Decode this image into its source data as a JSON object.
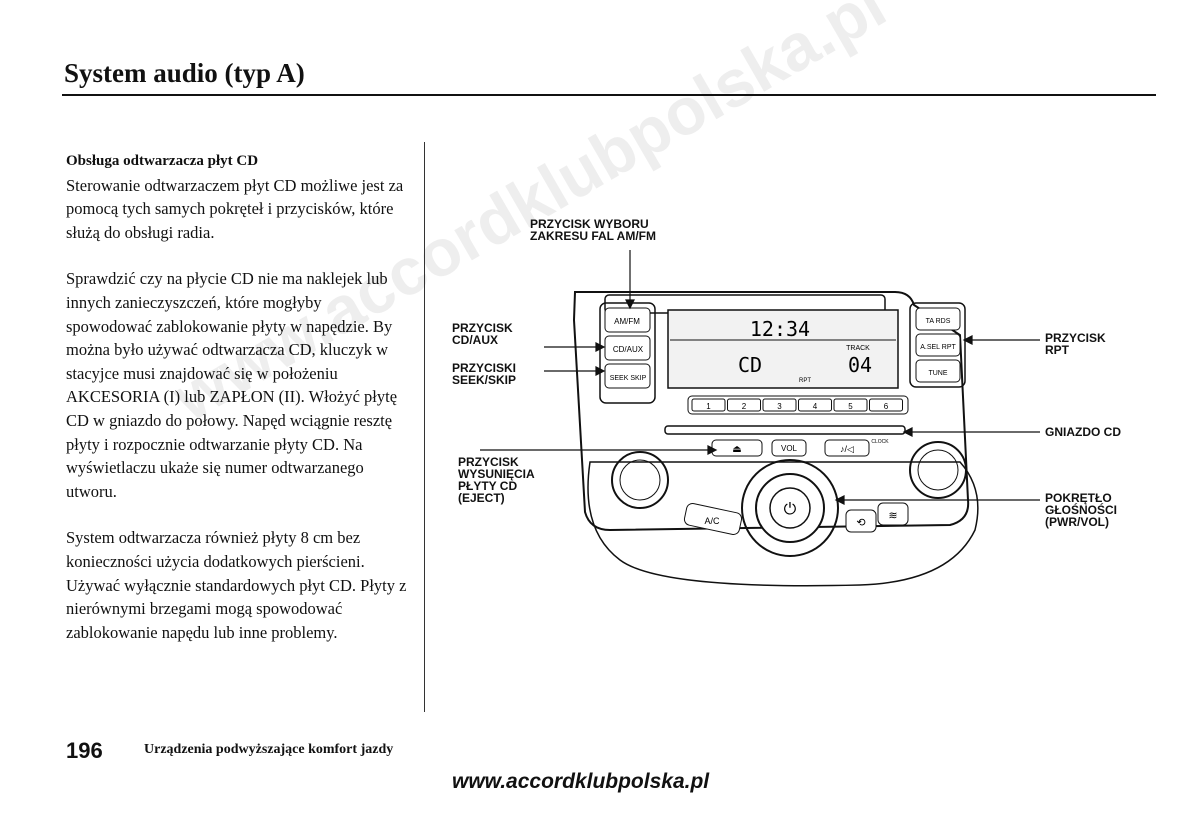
{
  "header": {
    "title": "System audio (typ A)"
  },
  "text": {
    "heading": "Obsługa odtwarzacza płyt CD",
    "p1": "Sterowanie odtwarzaczem płyt CD możliwe jest za pomocą tych samych pokręteł i przycisków, które służą do obsługi radia.",
    "p2": "Sprawdzić czy na płycie CD nie ma naklejek lub innych zanieczyszczeń, które mogłyby spowodować zablokowanie płyty w napędzie. By można było używać odtwarzacza CD, kluczyk w stacyjce musi znajdować się w położeniu AKCESORIA (I) lub ZAPŁON (II). Włożyć płytę CD w gniazdo do połowy. Napęd wciągnie resztę płyty i rozpocznie odtwarzanie płyty CD. Na wyświetlaczu ukaże się numer odtwarzanego utworu.",
    "p3": "System odtwarzacza również płyty 8 cm bez konieczności użycia dodatkowych pierścieni. Używać wyłącznie standardowych płyt CD. Płyty z nierównymi brzegami mogą spowodować zablokowanie napędu lub inne problemy."
  },
  "callouts": {
    "band": "PRZYCISK WYBORU\nZAKRESU FAL AM/FM",
    "cdaux": "PRZYCISK\nCD/AUX",
    "seek": "PRZYCISKI\nSEEK/SKIP",
    "rpt": "PRZYCISK\nRPT",
    "slot": "GNIAZDO CD",
    "eject": "PRZYCISK\nWYSUNIĘCIA\nPŁYTY CD\n(EJECT)",
    "knob": "POKRĘTŁO\nGŁOŚNOŚCI\n(PWR/VOL)"
  },
  "radio": {
    "clock": "12:34",
    "mode": "CD",
    "track_label": "TRACK",
    "track": "04",
    "rpt_indicator": "RPT",
    "btn_amfm": "AM/FM",
    "btn_cdaux": "CD/AUX",
    "btn_seek": "SEEK SKIP",
    "btn_ta": "TA RDS",
    "btn_asel": "A.SEL RPT",
    "btn_tune": "TUNE",
    "btn_vol": "VOL",
    "btn_ac": "A/C",
    "clock_label": "CLOCK",
    "presets": [
      "1",
      "2",
      "3",
      "4",
      "5",
      "6"
    ]
  },
  "footer": {
    "page_number": "196",
    "section": "Urządzenia podwyższające komfort jazdy",
    "website": "www.accordklubpolska.pl"
  },
  "watermark": "www.accordklubpolska.pl"
}
